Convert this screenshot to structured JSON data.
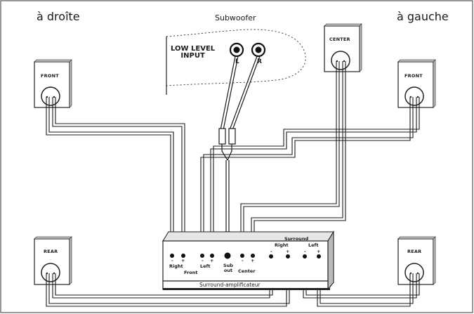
{
  "labels": {
    "right_side": "à droîte",
    "left_side": "à gauche",
    "subwoofer": "Subwoofer",
    "low_level_input": "LOW LEVEL\nINPUT",
    "input_l": "L",
    "input_r": "R"
  },
  "speakers": {
    "front_right": "FRONT",
    "front_left": "FRONT",
    "center": "CENTER",
    "rear_right": "REAR",
    "rear_left": "REAR"
  },
  "amplifier": {
    "name": "Surround-amplificateur",
    "terminals": {
      "right": "Right",
      "front": "Front",
      "left": "Left",
      "sub_out": "Sub\nout",
      "center": "Center",
      "surround": "Surround",
      "surround_right": "Right",
      "surround_left": "Left"
    },
    "polarity_minus": "-",
    "polarity_plus": "+"
  },
  "colors": {
    "line": "#1a1a1a",
    "border": "#555555",
    "background": "#ffffff"
  }
}
